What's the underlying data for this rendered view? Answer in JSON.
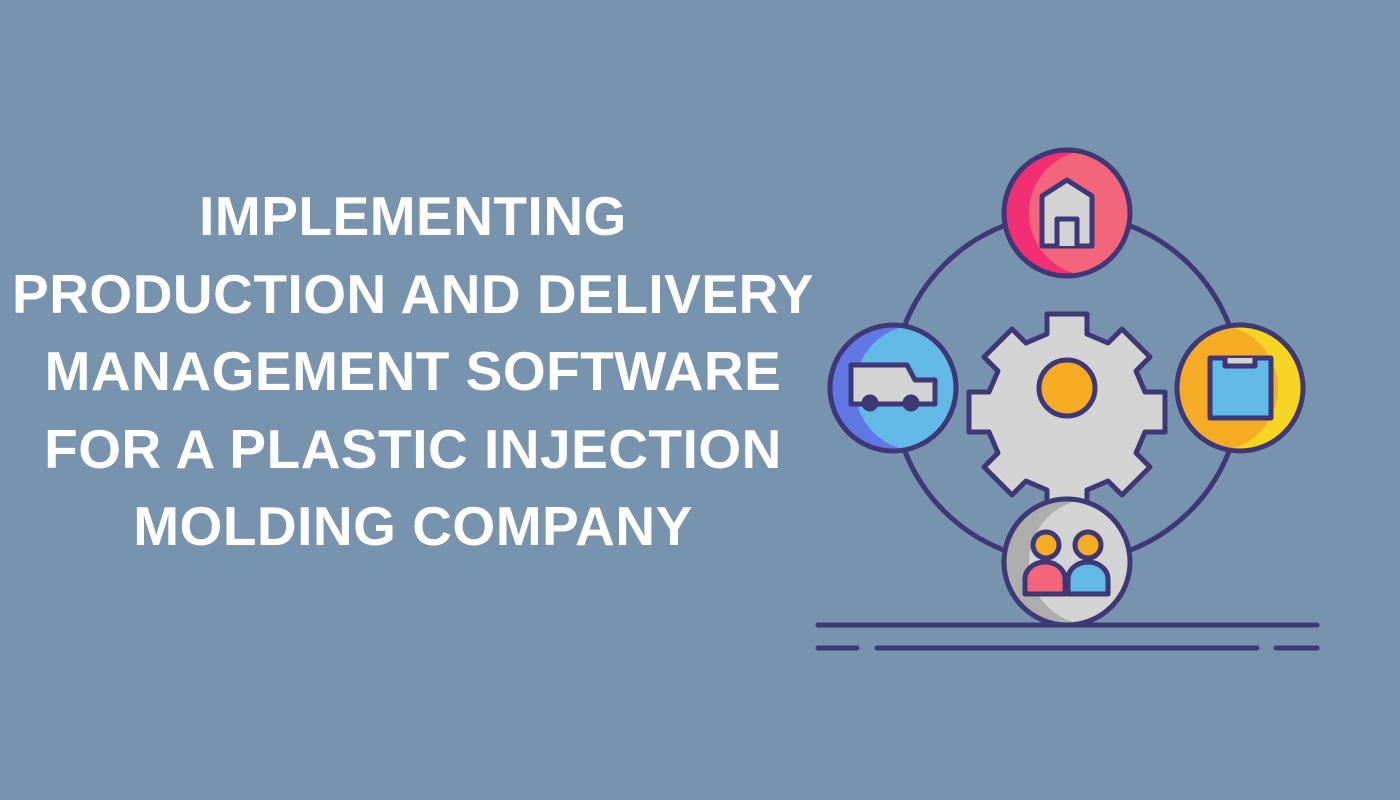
{
  "title_lines": [
    "IMPLEMENTING",
    "PRODUCTION AND DELIVERY",
    "MANAGEMENT SOFTWARE",
    "FOR A PLASTIC INJECTION",
    "MOLDING COMPANY"
  ],
  "illustration": {
    "icons": [
      "gear-icon",
      "warehouse-icon",
      "delivery-van-icon",
      "package-box-icon",
      "team-people-icon"
    ],
    "colors": {
      "background": "#7893ad",
      "outline": "#3f3877",
      "pink": "#f2657a",
      "magenta": "#f22f73",
      "blue": "#62b9e6",
      "indigo": "#6177e3",
      "orange": "#f6ab25",
      "yellow": "#f6d423",
      "gray": "#d3d3d3",
      "darkgray": "#adadad"
    }
  }
}
